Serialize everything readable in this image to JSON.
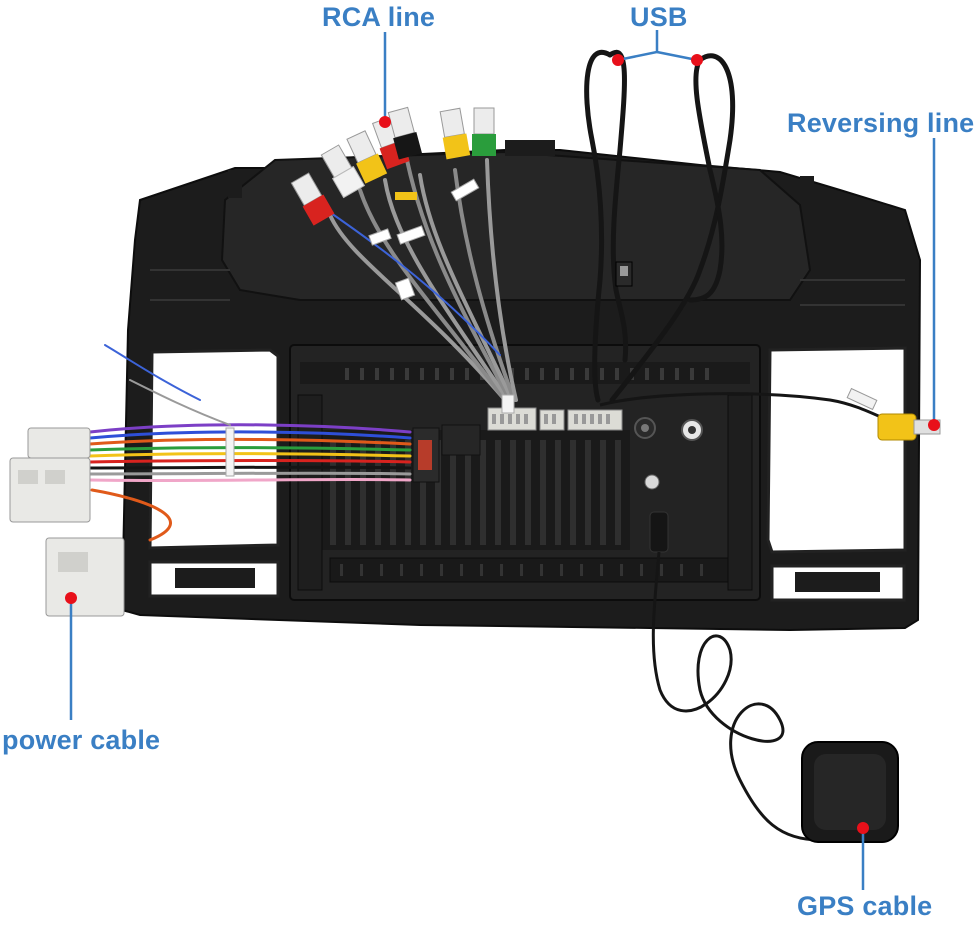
{
  "labels": {
    "rca_line": "RCA line",
    "usb": "USB",
    "reversing_line": "Reversing line",
    "power_cable": "power cable",
    "gps_cable": "GPS cable"
  },
  "colors": {
    "callout_text": "#3a7fc4",
    "callout_line": "#3a7fc4",
    "callout_dot": "#e8101a",
    "frame": "#1b1b1b",
    "rca_red": "#d8231f",
    "rca_white": "#f2f2f2",
    "rca_yellow": "#f2c318",
    "rca_black": "#161616",
    "rca_green": "#2a9d3c",
    "connector_white": "#e9e9e6"
  }
}
